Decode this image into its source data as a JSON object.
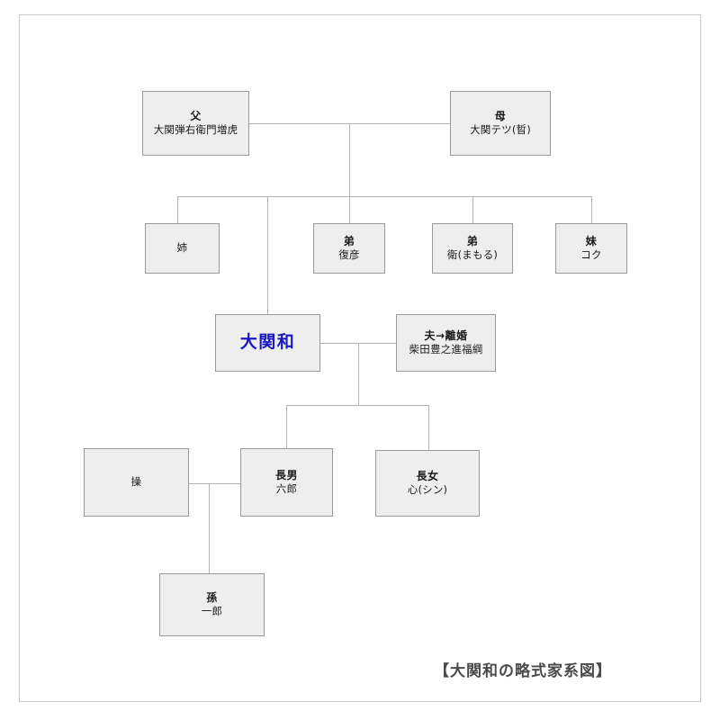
{
  "diagram": {
    "caption": "【大関和の略式家系図】",
    "colors": {
      "focus_text": "#1a1ac0",
      "node_fill": "#eeeeee",
      "node_border": "#9a9a9a",
      "line": "#b4b4b4",
      "frame_border": "#c9c9c9",
      "caption_text": "#4a4a4a"
    },
    "nodes": {
      "father": {
        "role": "父",
        "name": "大関弾右衛門増虎"
      },
      "mother": {
        "role": "母",
        "name": "大関テツ(晢)"
      },
      "sister": {
        "role": "姉",
        "name": ""
      },
      "brother1": {
        "role": "弟",
        "name": "復彦"
      },
      "brother2": {
        "role": "弟",
        "name": "衛(まもる)"
      },
      "younger_sis": {
        "role": "妹",
        "name": "コク"
      },
      "focus": {
        "role": "大関和",
        "name": ""
      },
      "husband": {
        "role": "夫→離婚",
        "name": "柴田豊之進福綱"
      },
      "son_spouse": {
        "role": "操",
        "name": ""
      },
      "eldest_son": {
        "role": "長男",
        "name": "六郎"
      },
      "eldest_dau": {
        "role": "長女",
        "name": "心(シン)"
      },
      "grandchild": {
        "role": "孫",
        "name": "一郎"
      }
    }
  }
}
